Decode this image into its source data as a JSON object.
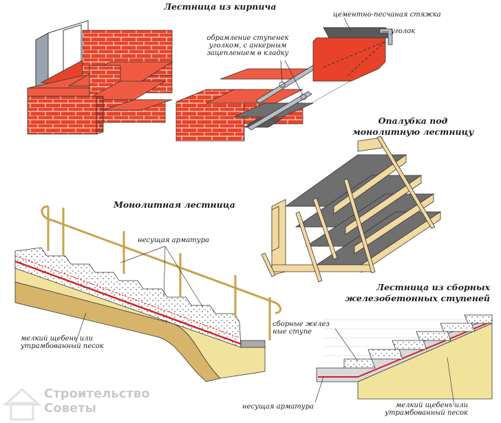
{
  "titles": {
    "brick_stairs": "Лестница из кирпича",
    "formwork": "Опалубка под монолитную лестницу",
    "monolithic": "Монолитная лестница",
    "precast": "Лестница из сборных железобетонных ступеней"
  },
  "labels": {
    "screed": "цементно-песчаная стяжка",
    "angle": "уголок",
    "step_framing": "обрамление ступенек уголком, с анкерным зацеплением в кладку",
    "load_rebar_monolithic": "несущая арматура",
    "gravel_monolithic": "мелкий щебень или утрамбованный песок",
    "precast_steps": "сборные желез ные ступе",
    "load_rebar_precast": "несущая арматура",
    "gravel_precast": "мелкий щебень или утрамбованный песок"
  },
  "watermark": {
    "line1": "Строительство",
    "line2": "Советы"
  },
  "colors": {
    "brick": "#e8432a",
    "brick_mortar": "#f6d9c9",
    "sand": "#f1e39c",
    "sand_dark": "#d6b46a",
    "wood": "#f2d9a0",
    "concrete": "#6f6f6f",
    "rebar": "#d42020",
    "steel": "#b8bfc7"
  }
}
